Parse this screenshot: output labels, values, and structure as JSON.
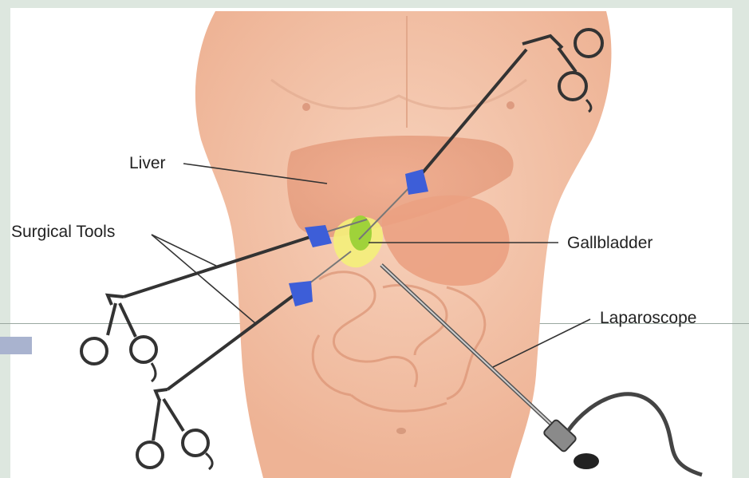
{
  "labels": {
    "liver": "Liver",
    "surgical_tools": "Surgical Tools",
    "gallbladder": "Gallbladder",
    "laparoscope": "Laparoscope"
  },
  "colors": {
    "background": "#dde7df",
    "skin": "#f2c1a6",
    "organ": "#e7a486",
    "gallbladder": "#9fd23a",
    "port": "#3d5ed8",
    "instrument": "#333333"
  }
}
